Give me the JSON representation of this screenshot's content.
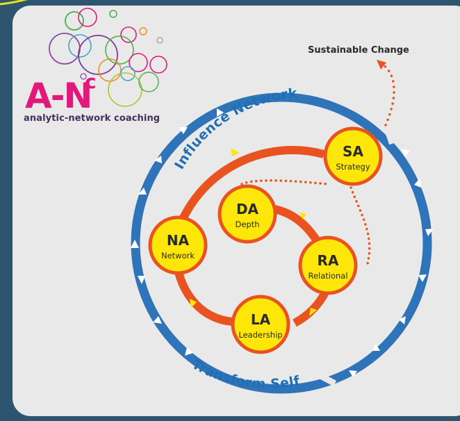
{
  "logo": {
    "letters": "A-N",
    "superscript": "c",
    "tagline": "analytic-network coaching"
  },
  "outer_ring": {
    "top_label": "Influence Network",
    "bottom_label": "Transform Self",
    "color": "#2f73b8"
  },
  "inner_ring_color": "#e8531f",
  "output_label": "Sustainable Change",
  "nodes": [
    {
      "abbr": "SA",
      "name": "Strategy"
    },
    {
      "abbr": "DA",
      "name": "Depth"
    },
    {
      "abbr": "RA",
      "name": "Relational"
    },
    {
      "abbr": "NA",
      "name": "Network"
    },
    {
      "abbr": "LA",
      "name": "Leadership"
    }
  ],
  "colors": {
    "node_fill": "#fde60a",
    "node_border": "#e8531f",
    "card": "#e9e9e9",
    "background": "#2d5570",
    "logo_pink": "#e0197b"
  }
}
